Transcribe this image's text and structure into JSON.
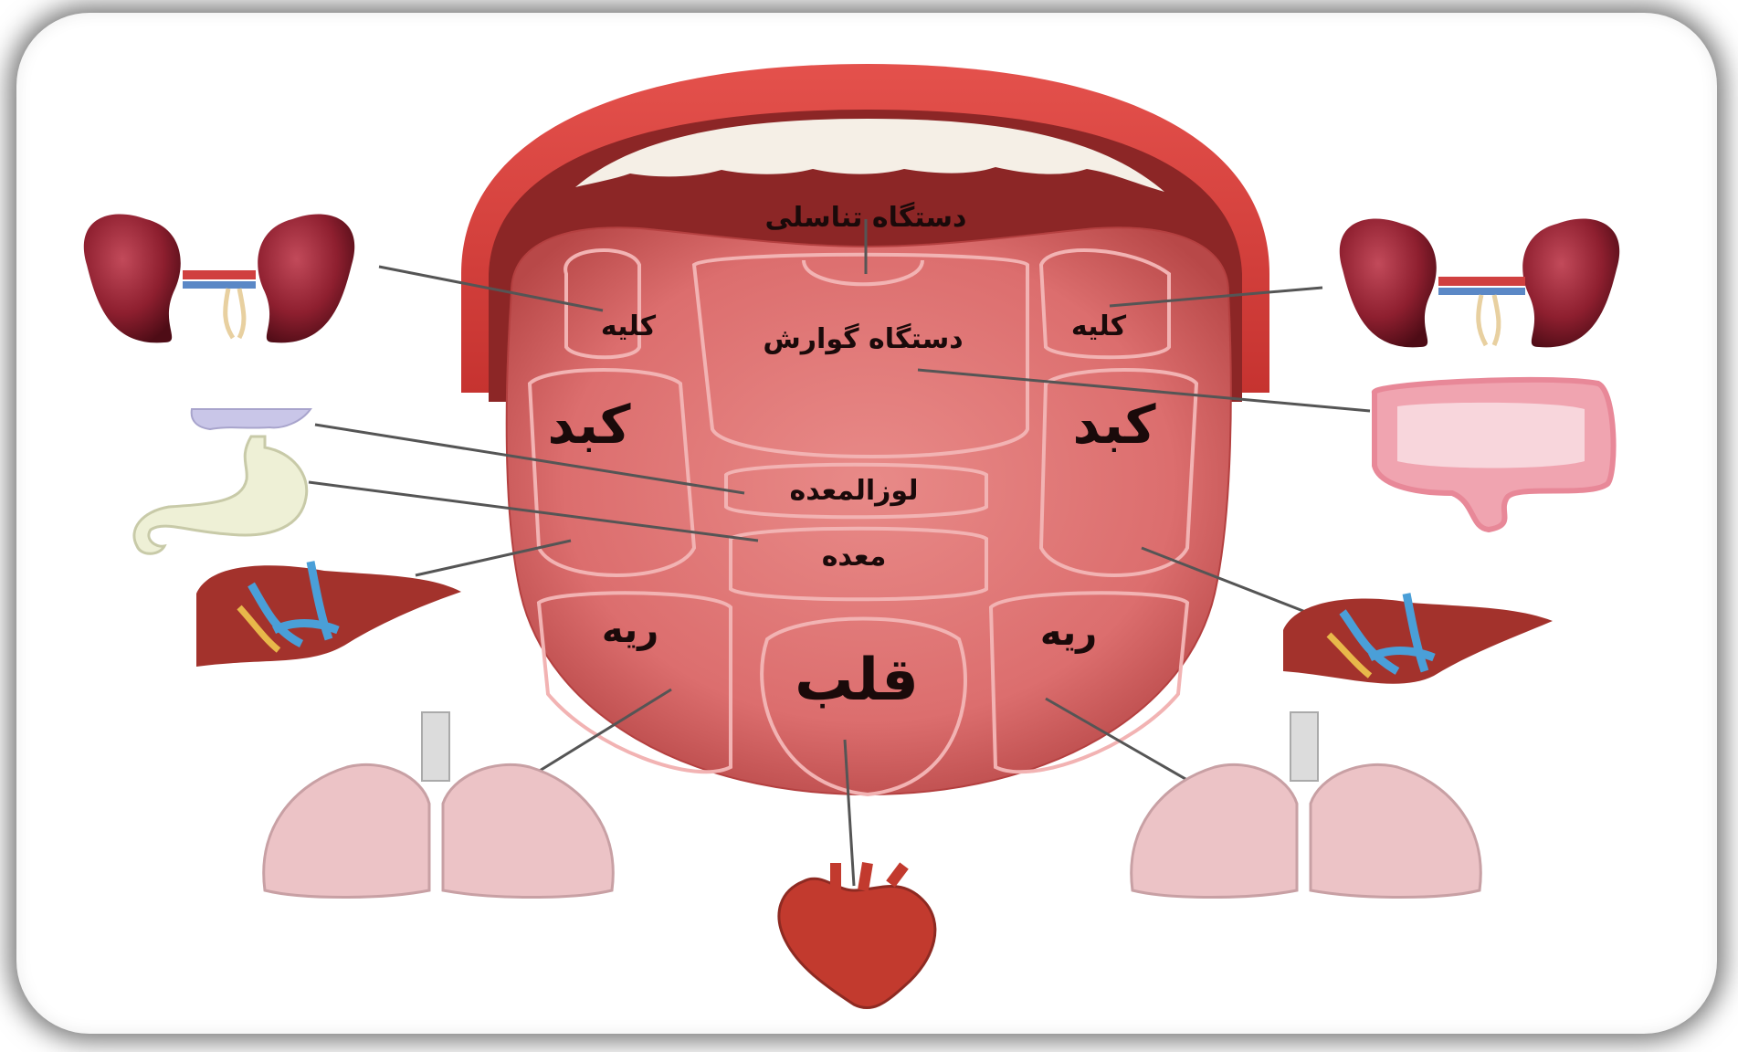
{
  "labels": {
    "reproductive": "دستگاه تناسلی",
    "digestive": "دستگاه گوارش",
    "kidney_left": "کلیه",
    "kidney_right": "کلیه",
    "liver_left": "کبد",
    "liver_right": "کبد",
    "pancreas": "لوزالمعده",
    "stomach": "معده",
    "lung_left": "ریه",
    "lung_right": "ریه",
    "heart": "قلب"
  },
  "colors": {
    "lips": "#d9423e",
    "mouth_inner": "#8c2626",
    "tongue": "#dc6e6e",
    "zone_outline": "#f2b3b3",
    "teeth": "#f5efe6",
    "kidney": "#8e1f2f",
    "liver": "#a3322c",
    "lung": "#ecc3c6",
    "intestine": "#f0a4b0",
    "stomach": "#eef0d6",
    "heart": "#c23a2e",
    "pointer_line": "#555555"
  }
}
